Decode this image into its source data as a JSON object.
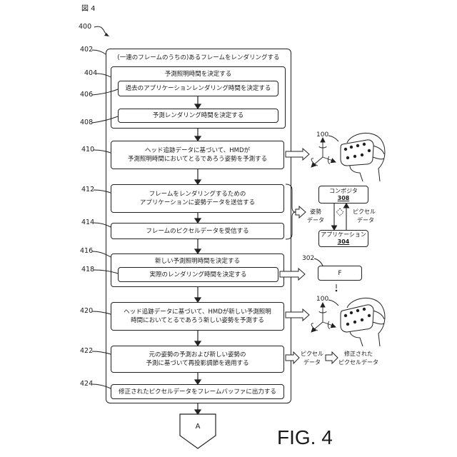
{
  "figure": {
    "label": "図 4",
    "ref": "400",
    "caption": "FIG. 4"
  },
  "outer": {
    "ref": "402",
    "title": "(一連のフレームのうちの)あるフレームをレンダリングする"
  },
  "steps": {
    "s404": {
      "ref": "404",
      "text": "予測照明時間を決定する"
    },
    "s406": {
      "ref": "406",
      "text": "過去のアプリケーションレンダリング時間を決定する"
    },
    "s408": {
      "ref": "408",
      "text": "予測レンダリング時間を決定する"
    },
    "s410": {
      "ref": "410",
      "lines": [
        "ヘッド追跡データに基づいて、HMDが",
        "予測照明時間においてとるであろう姿勢を予測する"
      ]
    },
    "s412": {
      "ref": "412",
      "lines": [
        "フレームをレンダリングするための",
        "アプリケーションに姿勢データを送信する"
      ]
    },
    "s414": {
      "ref": "414",
      "text": "フレームのピクセルデータを受信する"
    },
    "s416": {
      "ref": "416",
      "text": "新しい予測照明時間を決定する"
    },
    "s418": {
      "ref": "418",
      "text": "実際のレンダリング時間を決定する"
    },
    "s420": {
      "ref": "420",
      "lines": [
        "ヘッド追跡データに基づいて、HMDが新しい予測照明",
        "時間においてとるであろう新しい姿勢を予測する"
      ]
    },
    "s422": {
      "ref": "422",
      "lines": [
        "元の姿勢の予測および新しい姿勢の",
        "予測に基づいて再投影調節を適用する"
      ]
    },
    "s424": {
      "ref": "424",
      "text": "修正されたピクセルデータをフレームバッファに出力する"
    }
  },
  "side": {
    "hmd_ref": "100",
    "compositor": {
      "label": "コンポジタ",
      "ref": "308"
    },
    "application": {
      "label": "アプリケーション",
      "ref": "304"
    },
    "pose_data": [
      "姿勢",
      "データ"
    ],
    "pixel_data": [
      "ピクセル",
      "データ"
    ],
    "frame": {
      "ref": "302",
      "label": "F"
    },
    "output_pixel_data": [
      "ピクセル",
      "データ"
    ],
    "modified_pixel_data": [
      "修正された",
      "ピクセルデータ"
    ]
  },
  "connector": "A"
}
